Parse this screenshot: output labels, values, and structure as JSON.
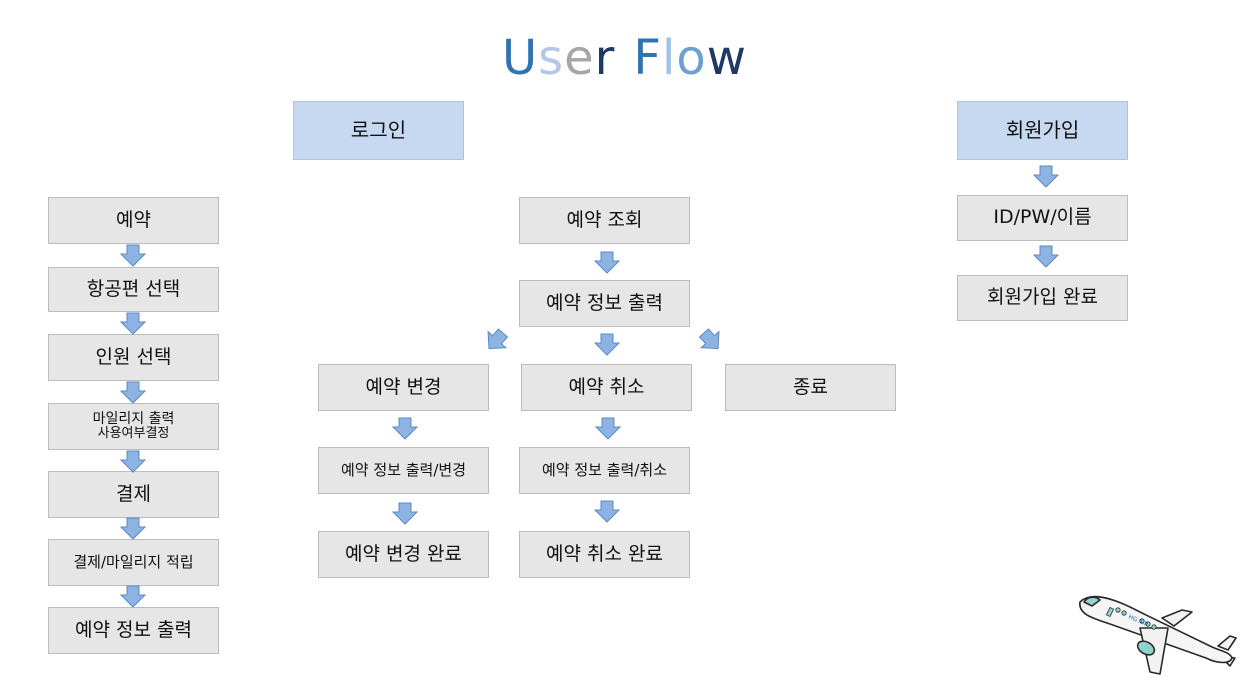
{
  "title": {
    "letters": [
      "U",
      "s",
      "e",
      "r",
      " ",
      "F",
      "l",
      "o",
      "w"
    ],
    "colors": [
      "#2e74b5",
      "#b4c7e7",
      "#a6a6a6",
      "#1f3864",
      "#ffffff",
      "#2e74b5",
      "#9dc3e6",
      "#6d9fd0",
      "#1f3864"
    ]
  },
  "top": {
    "login": "로그인",
    "signup": "회원가입"
  },
  "left_flow": [
    "예약",
    "항공편 선택",
    "인원 선택",
    "마일리지 출력",
    "사용여부결정",
    "결제",
    "결제/마일리지 적립",
    "예약 정보 출력"
  ],
  "center": {
    "inquiry": "예약 조회",
    "info_print": "예약 정보 출력",
    "change": "예약 변경",
    "cancel": "예약 취소",
    "end": "종료",
    "change_print": "예약 정보 출력/변경",
    "cancel_print": "예약 정보 출력/취소",
    "change_done": "예약 변경 완료",
    "cancel_done": "예약 취소 완료"
  },
  "right_flow": [
    "ID/PW/이름",
    "회원가입 완료"
  ],
  "plane_text": "HG AIR"
}
